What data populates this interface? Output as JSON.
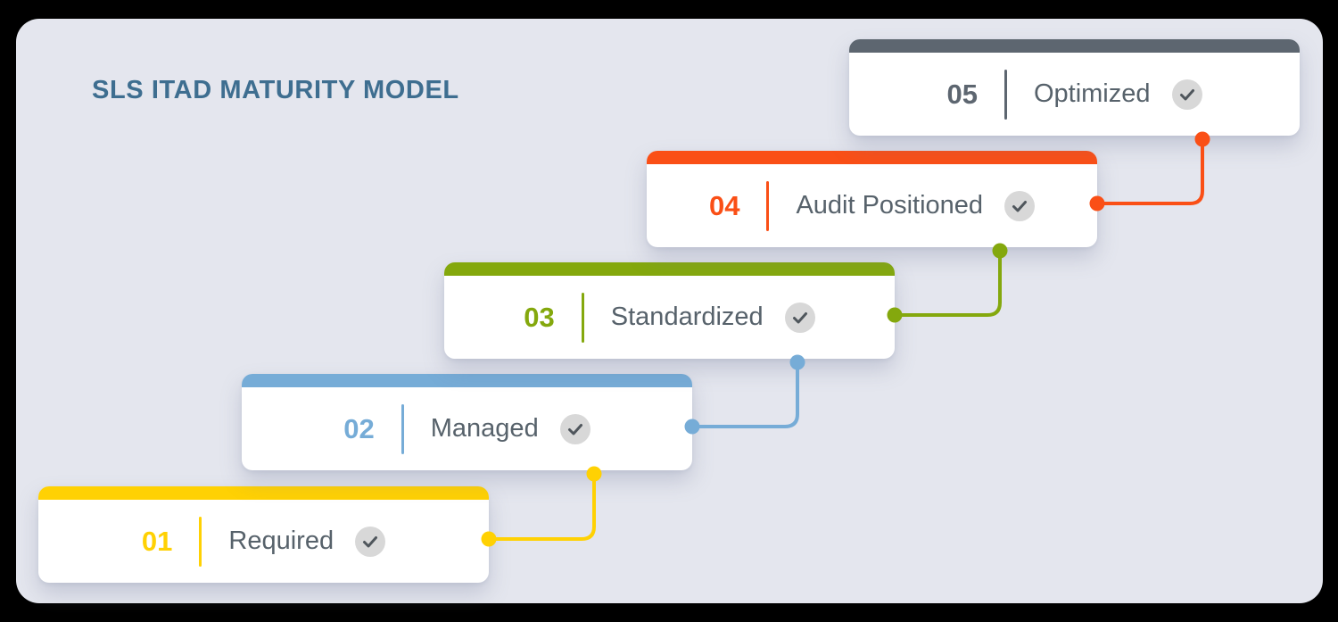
{
  "title": "SLS ITAD MATURITY MODEL",
  "colors": {
    "outer_background": "#000000",
    "panel_background": "#e4e6ee",
    "title": "#3e6e90",
    "label_text": "#57626b",
    "card_background": "#ffffff"
  },
  "levels": [
    {
      "number": "01",
      "label": "Required",
      "accent": "#ffd103",
      "checked": true
    },
    {
      "number": "02",
      "label": "Managed",
      "accent": "#76acd7",
      "checked": true
    },
    {
      "number": "03",
      "label": "Standardized",
      "accent": "#84a80d",
      "checked": true
    },
    {
      "number": "04",
      "label": "Audit Positioned",
      "accent": "#fa4f16",
      "checked": true
    },
    {
      "number": "05",
      "label": "Optimized",
      "accent": "#5d6670",
      "checked": true
    }
  ],
  "check_icon": {
    "bg": "#d8d8d8",
    "stroke": "#4f565c"
  }
}
